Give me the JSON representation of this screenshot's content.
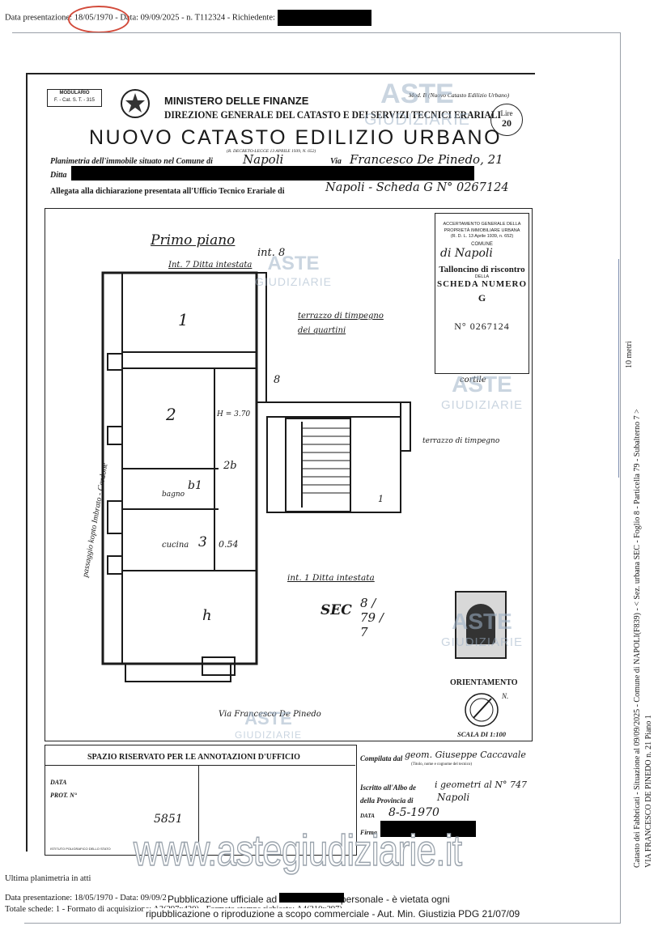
{
  "header": {
    "prefix": "Data presentazione:",
    "date_presentazione": "18/05/1970",
    "sep": "-",
    "rest": "Data: 09/09/2025 - n. T112324 - Richiedente:"
  },
  "form": {
    "modulario": "MODULARIO",
    "modulario_code": "F. - Cat. S. T. - 315",
    "ministry": "MINISTERO DELLE FINANZE",
    "directorate": "DIREZIONE GENERALE DEL CATASTO E DEI SERVIZI TECNICI ERARIALI",
    "title": "NUOVO CATASTO EDILIZIO URBANO",
    "mod_b": "Mod. B (Nuovo Catasto Edilizio Urbano)",
    "lire": "Lire",
    "lire_value": "20",
    "decree": "(R. DECRETO-LEGGE 13 APRILE 1939, N. 652)",
    "planimetria_label": "Planimetria dell'immobile situato nel Comune di",
    "comune": "Napoli",
    "via_label": "Via",
    "via_value": "Francesco De Pinedo, 21",
    "ditta_label": "Ditta",
    "allegata_label": "Allegata alla dichiarazione presentata all'Ufficio Tecnico Erariale di",
    "allegata_value": "Napoli - Scheda G N° 0267124"
  },
  "stamp": {
    "line1": "ACCERTAMENTO GENERALE DELLA PROPRIETÀ IMMOBILIARE URBANA",
    "line2": "(R. D. L. 13 Aprile 1939, n. 652)",
    "comune_label": "COMUNE",
    "comune_value": "di Napoli",
    "talloncino": "Talloncino di riscontro",
    "della": "DELLA",
    "scheda_numero": "SCHEDA NUMERO",
    "letter": "G",
    "numero": "N° 0267124"
  },
  "plan": {
    "primo_piano": "Primo piano",
    "int8": "int. 8",
    "int7": "Int. 7 Ditta intestata",
    "terrazzo": "terrazzo di timpegno dei quartini",
    "cortile": "cortile",
    "terrazzo2": "terrazzo di timpegno",
    "passaggio": "passaggio kopto Imbrato - Cardone",
    "room1": "1",
    "room2": "2",
    "room_h": "H = 3.70",
    "room_2b": "2b",
    "bagno": "bagno",
    "room_b1": "b1",
    "cucina": "cucina",
    "room3": "3",
    "room_054": "0.54",
    "room4": "h",
    "int1": "int. 1 Ditta intestata",
    "sec": "SEC",
    "sec_nums": "8 / 79 / 7",
    "via_bottom": "Via Francesco De Pinedo",
    "orientamento": "ORIENTAMENTO",
    "north": "N.",
    "scala": "SCALA DI 1:100",
    "mark8": "8",
    "mark1": "1"
  },
  "annot": {
    "title": "SPAZIO RISERVATO PER LE ANNOTAZIONI D'UFFICIO",
    "data": "DATA",
    "prot": "PROT. N°",
    "num": "5851",
    "istituto": "ISTITUTO POLIGRAFICO DELLO STATO",
    "compilata_label": "Compilata dal",
    "compilata_value": "geom. Giuseppe Caccavale",
    "compilata_sub": "(Titolo, nome e cognome del tecnico)",
    "iscritto_label": "Iscritto all'Albo de",
    "iscritto_value": "i geometri al N° 747",
    "provincia_label": "della Provincia di",
    "provincia_value": "Napoli",
    "data_label": "DATA",
    "data_value": "8-5-1970",
    "firma_label": "Firma"
  },
  "watermark": {
    "aste": "ASTE",
    "giudiziarie": "GIUDIZIARIE",
    "site": "www.astegiudiziarie.it"
  },
  "side": {
    "scale": "10 metri",
    "line1": "Catasto dei Fabbricati - Situazione al 09/09/2025 - Comune di NAPOLI(F839) - < Sez. urbana SEC - Foglio 8 - Particella 79 - Subalterno 7 >",
    "line2": "VIA FRANCESCO DE PINEDO n. 21 Piano 1"
  },
  "footer": {
    "ultima": "Ultima planimetria in atti",
    "line1": "Data presentazione: 18/05/1970 - Data: 09/09/2025 - n. T112324 - Richiedente:",
    "line2": "Totale schede: 1 - Formato di acquisizione: A3(297x420) - Formato stampa richiesto: A4(210x297)",
    "pub1": "Pubblicazione ufficiale ad uso esclusivo personale - è vietata ogni",
    "pub2": "ripubblicazione o riproduzione a scopo commerciale - Aut. Min. Giustizia PDG 21/07/09"
  }
}
